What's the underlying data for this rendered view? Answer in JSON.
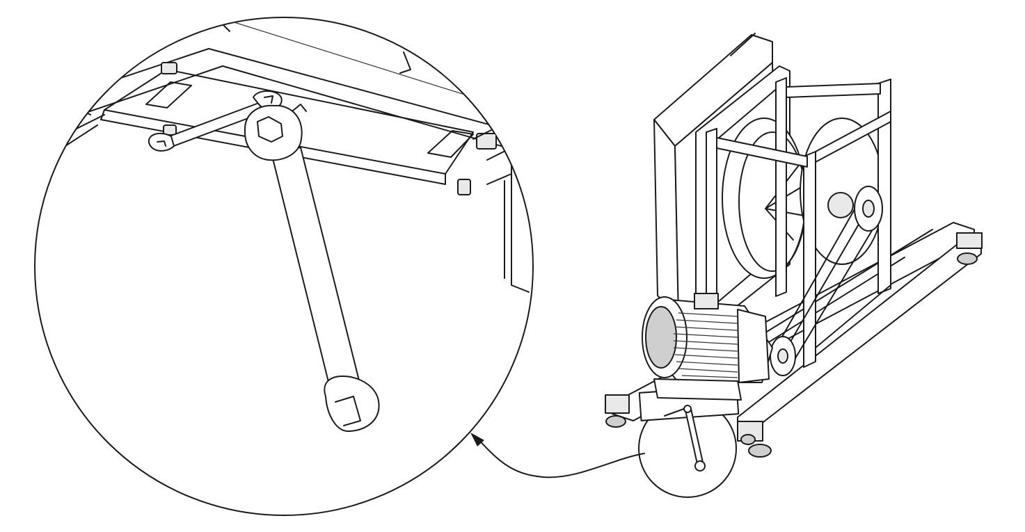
{
  "diagram": {
    "type": "technical-line-drawing",
    "stroke_color": "#1a1a1a",
    "background_color": "#ffffff",
    "subjects": [
      "fan-unit-assembly",
      "belt-drive",
      "electric-motor",
      "base-frame",
      "wrench-detail"
    ],
    "callout": "detail-magnification-circle"
  }
}
